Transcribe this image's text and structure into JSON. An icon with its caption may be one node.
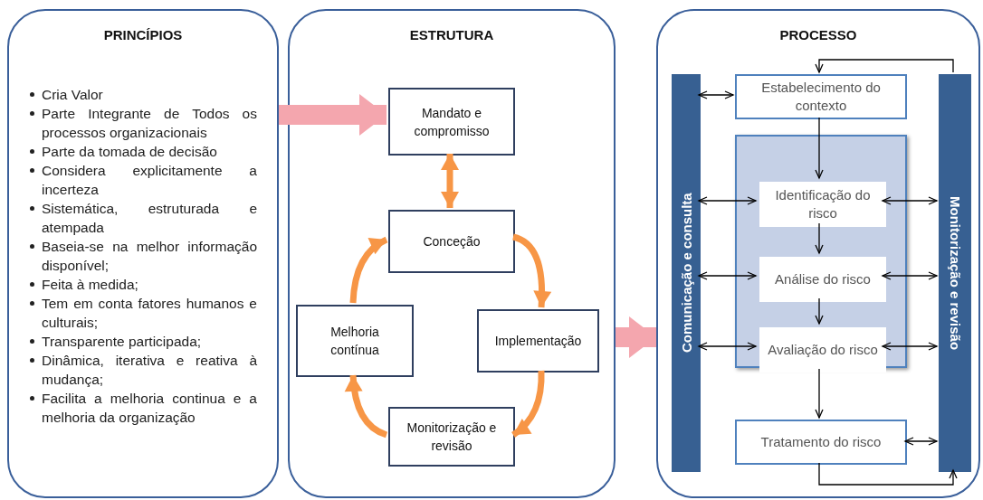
{
  "diagram": {
    "nodes": [
      {
        "text": [
          "PRINCÍPIOS",
          "Cria Valor",
          "Parte Integrante de Todos os processos organizacionais",
          "Parte da tomada de decisão",
          "Considera explicitamente a incerteza",
          "Sistemática, estruturada e atempada",
          "Baseia-se na melhor informação disponível;",
          "Feita à medida;",
          "Tem em conta fatores humanos e culturais;",
          "Transparente participada;",
          "Dinâmica, iterativa e reativa à mudança;",
          "Facilita a melhoria continua e a melhoria da organização"
        ]
      },
      {
        "text": [
          "ESTRUTURA"
        ]
      },
      {
        "text": [
          "Mandato e compromisso"
        ],
        "in": 1
      },
      {
        "text": [
          "Conceção"
        ],
        "in": 1
      },
      {
        "text": [
          "Implementação"
        ],
        "in": 1
      },
      {
        "text": [
          "Monitorização e revisão"
        ],
        "in": 1
      },
      {
        "text": [
          "Melhoria contínua"
        ],
        "in": 1
      },
      {
        "text": [
          "PROCESSO"
        ]
      },
      {
        "text": [
          "Comunicação e consulta"
        ],
        "in": 7
      },
      {
        "text": [
          "Monitorização e revisão"
        ],
        "in": 7
      },
      {
        "text": [
          "Estabelecimento do contexto"
        ],
        "in": 7
      },
      {
        "text": [],
        "shape": "box",
        "in": 7
      },
      {
        "text": [
          "Identificação do risco"
        ],
        "in": 11
      },
      {
        "text": [
          "Análise do risco"
        ],
        "in": 11
      },
      {
        "text": [
          "Avaliação do risco"
        ],
        "in": 11
      },
      {
        "text": [
          "Tratamento do risco"
        ],
        "in": 7
      }
    ],
    "edges": [
      {
        "from": 0,
        "to": 2,
        "arrow": "to",
        "style": "thick",
        "color": "#f4a6ae"
      },
      {
        "from": 2,
        "to": 3,
        "arrow": "both",
        "style": "thick",
        "color": "#f79646"
      },
      {
        "from": 3,
        "to": 4,
        "arrow": "to",
        "style": "thick",
        "color": "#f79646"
      },
      {
        "from": 4,
        "to": 5,
        "arrow": "to",
        "style": "thick",
        "color": "#f79646"
      },
      {
        "from": 5,
        "to": 6,
        "arrow": "to",
        "style": "thick",
        "color": "#f79646"
      },
      {
        "from": 6,
        "to": 3,
        "arrow": "to",
        "style": "thick",
        "color": "#f79646"
      },
      {
        "from": 1,
        "to": 7,
        "arrow": "to",
        "style": "thick",
        "color": "#f4a6ae"
      },
      {
        "from": 9,
        "to": 10,
        "arrow": "to"
      },
      {
        "from": 8,
        "to": 10,
        "arrow": "both"
      },
      {
        "from": 10,
        "to": 12,
        "arrow": "to"
      },
      {
        "from": 8,
        "to": 12,
        "arrow": "both"
      },
      {
        "from": 12,
        "to": 9,
        "arrow": "both"
      },
      {
        "from": 12,
        "to": 13,
        "arrow": "to"
      },
      {
        "from": 8,
        "to": 13,
        "arrow": "both"
      },
      {
        "from": 13,
        "to": 9,
        "arrow": "both"
      },
      {
        "from": 13,
        "to": 14,
        "arrow": "to"
      },
      {
        "from": 8,
        "to": 14,
        "arrow": "both"
      },
      {
        "from": 14,
        "to": 9,
        "arrow": "both"
      },
      {
        "from": 14,
        "to": 15,
        "arrow": "to"
      },
      {
        "from": 15,
        "to": 9,
        "arrow": "both"
      },
      {
        "from": 15,
        "to": 9,
        "arrow": "to"
      }
    ]
  }
}
